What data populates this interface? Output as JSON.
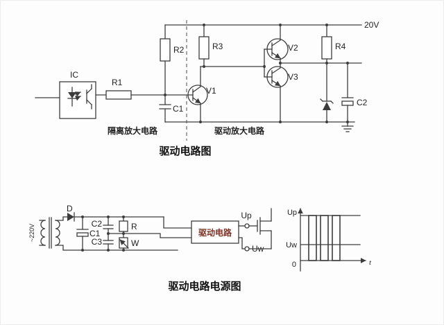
{
  "top": {
    "title": "驱动电路图",
    "supply": "20V",
    "ic": "IC",
    "r1": "R1",
    "r2": "R2",
    "r3": "R3",
    "r4": "R4",
    "c1": "C1",
    "c2": "C2",
    "v1": "V1",
    "v2": "V2",
    "v3": "V3",
    "section_left": "隔离放大电路",
    "section_right": "驱动放大电路"
  },
  "bottom": {
    "title": "驱动电路电源图",
    "ac": "~220V",
    "d": "D",
    "c1": "C1",
    "c2": "C2",
    "c3": "C3",
    "r": "R",
    "w": "W",
    "box": "驱动电路",
    "up": "Up",
    "uw": "Uw"
  },
  "waveform": {
    "up": "Up",
    "uw": "Uw",
    "zero": "0",
    "t": "t"
  },
  "colors": {
    "line": "#3c3c3c",
    "text": "#1f1f1f",
    "box_text": "#7f3125",
    "background": "#fdfdfd"
  }
}
